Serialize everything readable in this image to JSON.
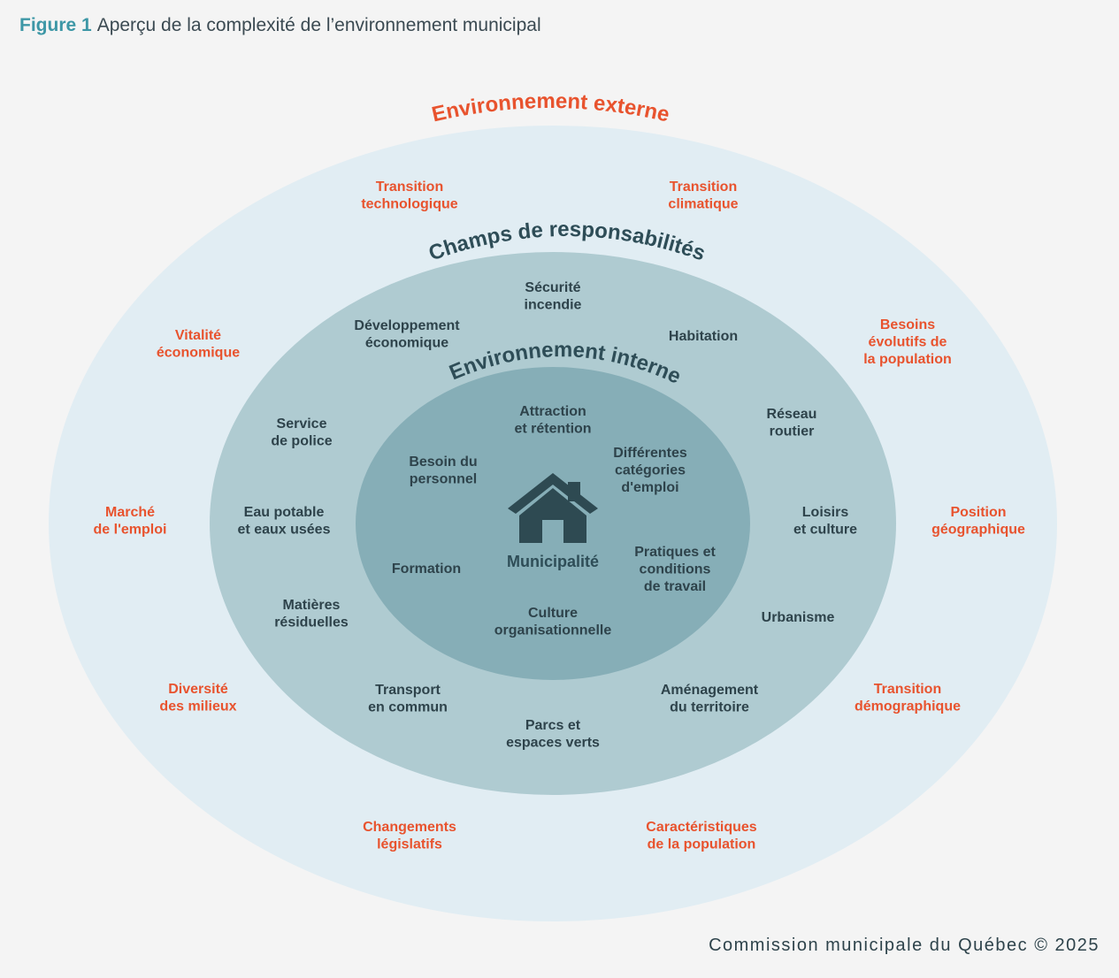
{
  "figure": {
    "label": "Figure 1",
    "title": "Aperçu de la complexité de l’environnement municipal"
  },
  "credit": "Commission municipale du Québec © 2025",
  "colors": {
    "accent_orange": "#e8532e",
    "accent_teal": "#3d97a6",
    "outer_ring": "#e1edf3",
    "middle_ring": "#afcbd1",
    "inner_ring": "#86aeb7",
    "dark_text": "#2e434b",
    "house": "#2e4a52"
  },
  "rings": {
    "outer_title": "Environnement externe",
    "middle_title": "Champs de responsabilités",
    "inner_title": "Environnement interne"
  },
  "center": {
    "icon": "house-icon",
    "label": "Municipalité"
  },
  "external_factors": [
    [
      "Transition",
      "technologique"
    ],
    [
      "Transition",
      "climatique"
    ],
    [
      "Vitalité",
      "économique"
    ],
    [
      "Besoins",
      "évolutifs de",
      "la population"
    ],
    [
      "Marché",
      "de l'emploi"
    ],
    [
      "Position",
      "géographique"
    ],
    [
      "Diversité",
      "des milieux"
    ],
    [
      "Transition",
      "démographique"
    ],
    [
      "Changements",
      "législatifs"
    ],
    [
      "Caractéristiques",
      "de la population"
    ]
  ],
  "responsibilities": [
    [
      "Sécurité",
      "incendie"
    ],
    [
      "Développement",
      "économique"
    ],
    [
      "Habitation"
    ],
    [
      "Service",
      "de police"
    ],
    [
      "Réseau",
      "routier"
    ],
    [
      "Eau potable",
      "et eaux usées"
    ],
    [
      "Loisirs",
      "et culture"
    ],
    [
      "Matières",
      "résiduelles"
    ],
    [
      "Urbanisme"
    ],
    [
      "Transport",
      "en commun"
    ],
    [
      "Aménagement",
      "du territoire"
    ],
    [
      "Parcs et",
      "espaces verts"
    ]
  ],
  "internal_factors": [
    [
      "Attraction",
      "et rétention"
    ],
    [
      "Besoin du",
      "personnel"
    ],
    [
      "Différentes",
      "catégories",
      "d'emploi"
    ],
    [
      "Pratiques et",
      "conditions",
      "de travail"
    ],
    [
      "Formation"
    ],
    [
      "Culture",
      "organisationnelle"
    ]
  ]
}
